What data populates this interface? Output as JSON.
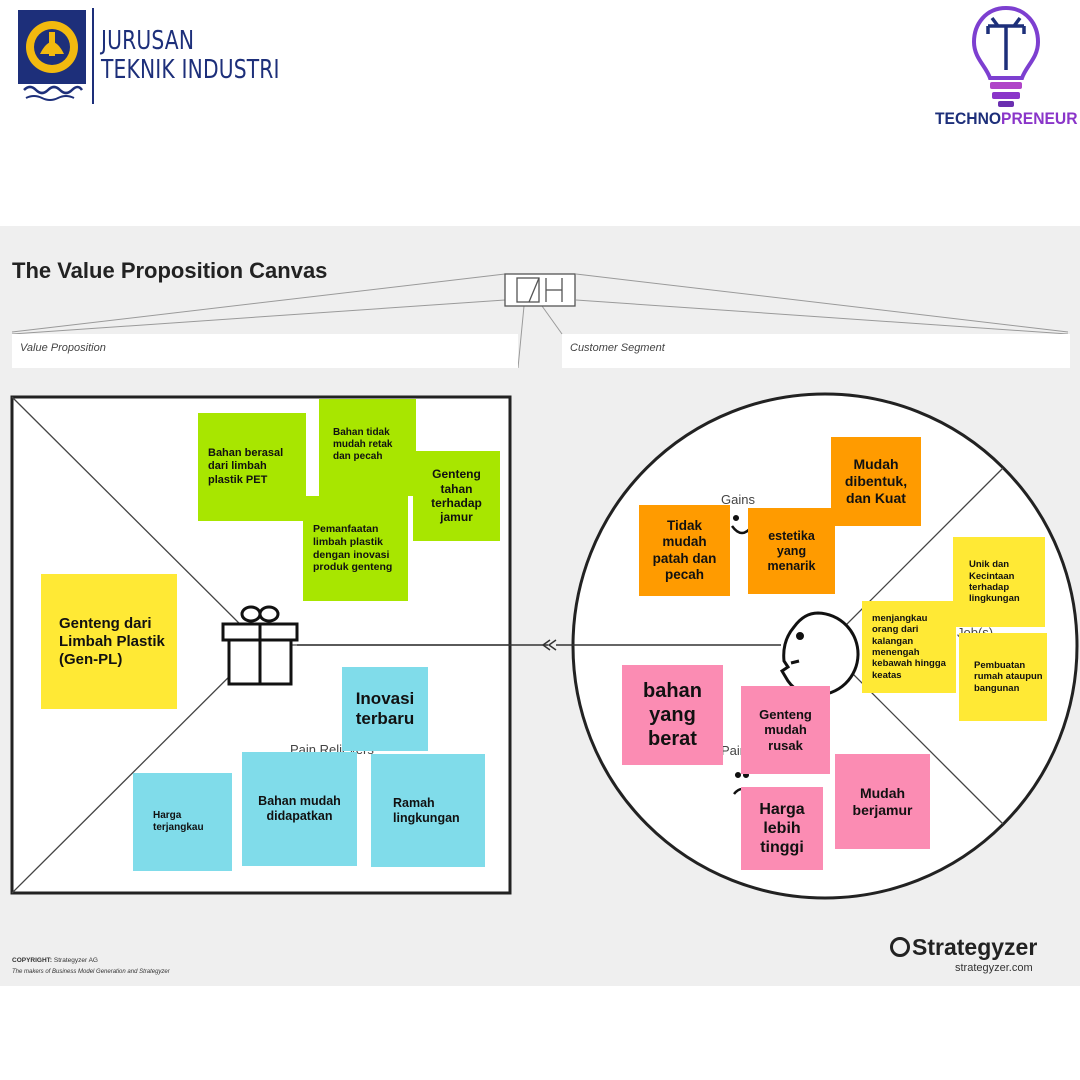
{
  "header": {
    "university_logo": "uii-crest-logo",
    "department_line1": "JURUSAN",
    "department_line2": "TEKNIK INDUSTRI",
    "program_logo": "lightbulb-t-logo",
    "program_name_part1": "TECHNO",
    "program_name_part2": "PRENEUR",
    "colors": {
      "navy": "#1d2f7a",
      "purple": "#8a35c9"
    }
  },
  "canvas": {
    "title": "The Value Proposition Canvas",
    "value_proposition_label": "Value Proposition",
    "customer_segment_label": "Customer Segment",
    "copyright_label": "COPYRIGHT:",
    "copyright_owner": "Strategyzer AG",
    "makers_line": "The makers of Business Model Generation and Strategyzer",
    "brand": "Strategyzer",
    "brand_url": "strategyzer.com"
  },
  "value_map": {
    "icon": "gift-icon",
    "pain_relievers_label": "Pain Relievers",
    "products_services": [
      {
        "text": "Genteng dari Limbah Plastik (Gen-PL)"
      }
    ],
    "gain_creators": [
      {
        "text": "Bahan berasal dari limbah plastik PET"
      },
      {
        "text": "Bahan tidak mudah retak dan pecah"
      },
      {
        "text": "Genteng tahan terhadap jamur"
      },
      {
        "text": "Pemanfaatan limbah plastik dengan inovasi produk genteng"
      }
    ],
    "pain_relievers": [
      {
        "text": "Inovasi terbaru"
      },
      {
        "text": "Harga terjangkau"
      },
      {
        "text": "Bahan mudah didapatkan"
      },
      {
        "text": "Ramah lingkungan"
      }
    ]
  },
  "customer_profile": {
    "icon": "customer-face-icon",
    "gains_label": "Gains",
    "pains_label": "Pains",
    "jobs_label": "Job(s)",
    "gains": [
      {
        "text": "Mudah dibentuk, dan Kuat"
      },
      {
        "text": "Tidak mudah patah dan pecah"
      },
      {
        "text": "estetika yang menarik"
      }
    ],
    "jobs": [
      {
        "text": "Unik dan Kecintaan terhadap lingkungan"
      },
      {
        "text": "menjangkau orang dari kalangan menengah kebawah hingga keatas"
      },
      {
        "text": "Pembuatan rumah ataupun bangunan"
      }
    ],
    "pains": [
      {
        "text": "bahan yang berat"
      },
      {
        "text": "Genteng mudah rusak"
      },
      {
        "text": "Harga lebih tinggi"
      },
      {
        "text": "Mudah berjamur"
      }
    ]
  }
}
